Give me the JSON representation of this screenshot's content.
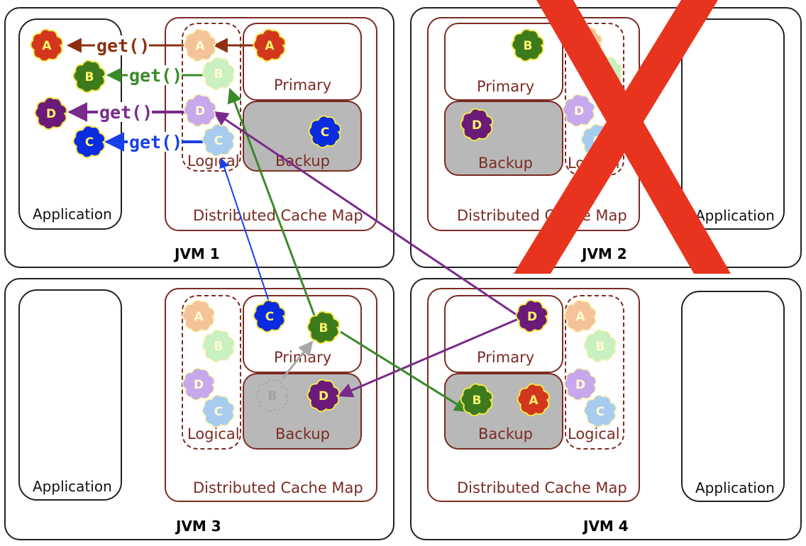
{
  "jvms": [
    {
      "id": "jvm1",
      "label": "JVM  1",
      "app_label": "Application",
      "dcm_label": "Distributed Cache Map",
      "primary_label": "Primary",
      "backup_label": "Backup",
      "logical_label": "Logical"
    },
    {
      "id": "jvm2",
      "label": "JVM  2",
      "app_label": "Application",
      "dcm_label": "Distributed Cache Map",
      "primary_label": "Primary",
      "backup_label": "Backup",
      "logical_label": "Logical"
    },
    {
      "id": "jvm3",
      "label": "JVM 3",
      "app_label": "Application",
      "dcm_label": "Distributed Cache Map",
      "primary_label": "Primary",
      "backup_label": "Backup",
      "logical_label": "Logical"
    },
    {
      "id": "jvm4",
      "label": "JVM 4",
      "app_label": "Application",
      "dcm_label": "Distributed Cache Map",
      "primary_label": "Primary",
      "backup_label": "Backup",
      "logical_label": "Logical"
    }
  ],
  "calls": {
    "get_label": "get()"
  },
  "keys": {
    "a": "A",
    "b": "B",
    "c": "C",
    "d": "D"
  },
  "colors": {
    "a": "#d2371e",
    "b": "#3c7a1c",
    "c": "#0b2be0",
    "d": "#6a1a78",
    "a_light": "#f5c39a",
    "b_light": "#c8f0c0",
    "c_light": "#a8ccf0",
    "d_light": "#c8a8ec",
    "get_a": "#8b3010",
    "get_b": "#3a8a2a",
    "get_c": "#1840e8",
    "get_d": "#7a2a8a",
    "failed_cross": "#e8341e",
    "dcm_border": "#7a2c24",
    "backup_fill": "#b8b8b8"
  }
}
